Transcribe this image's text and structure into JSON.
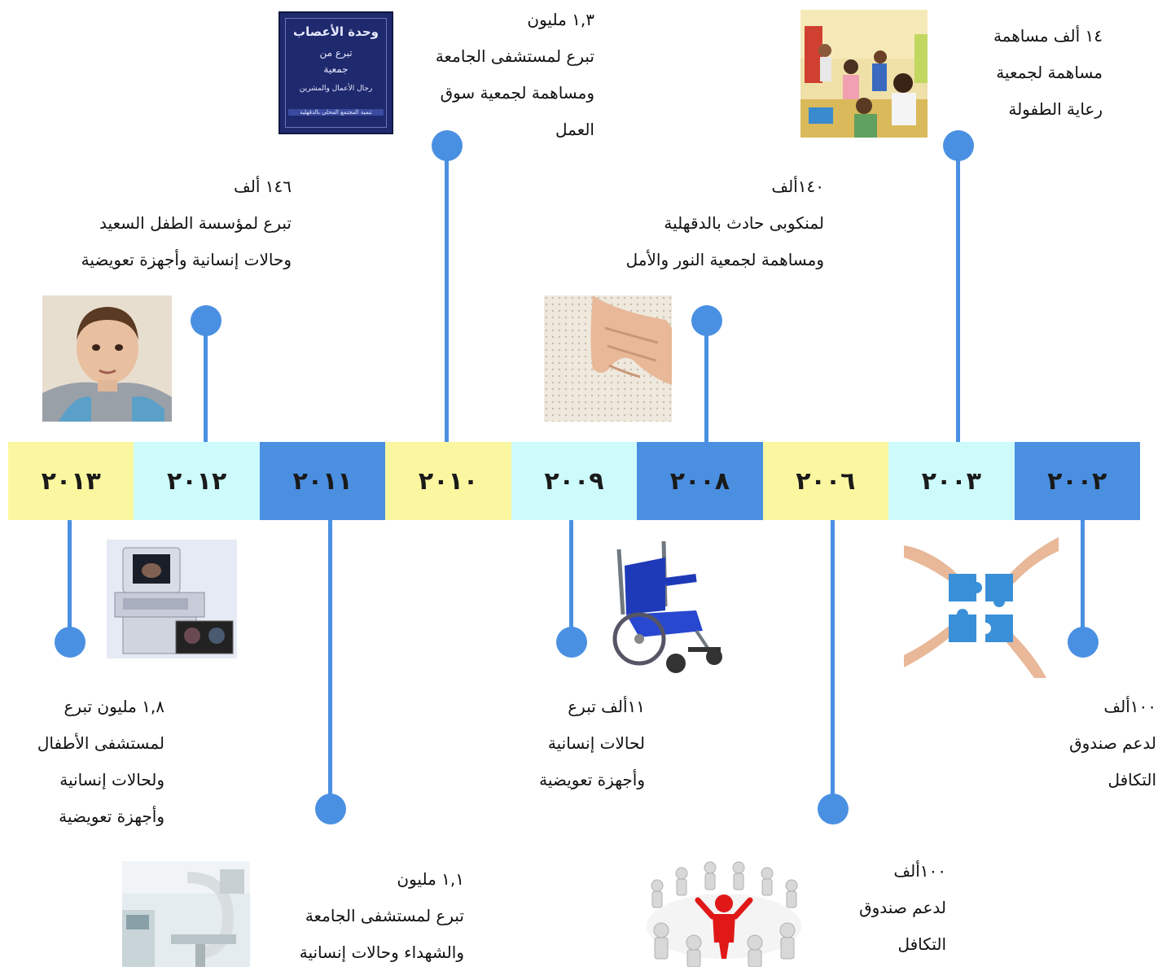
{
  "timeline": {
    "years": [
      "٢٠١٣",
      "٢٠١٢",
      "٢٠١١",
      "٢٠١٠",
      "٢٠٠٩",
      "٢٠٠٨",
      "٢٠٠٦",
      "٢٠٠٣",
      "٢٠٠٢"
    ],
    "colors": {
      "yellow": "#fbf7a0",
      "cyan": "#cdfbfb",
      "blue": "#4a8fe0",
      "accent": "#4a90e2"
    }
  },
  "events": {
    "e2003": {
      "lines": [
        "١٤ ألف مساهمة",
        "مساهمة لجمعية",
        "رعاية الطفولة"
      ]
    },
    "e2010": {
      "lines": [
        "١,٣ مليون",
        "تبرع لمستشفى الجامعة",
        "ومساهمة لجمعية سوق",
        "العمل"
      ]
    },
    "e2012": {
      "lines": [
        "١٤٦ ألف",
        "تبرع لمؤسسة الطفل السعيد",
        "وحالات إنسانية وأجهزة تعويضية"
      ]
    },
    "e2008": {
      "lines": [
        "١٤٠ألف",
        "لمنكوبى حادث بالدقهلية",
        "ومساهمة لجمعية النور والأمل"
      ]
    },
    "e2013": {
      "lines": [
        "١,٨ مليون تبرع",
        "لمستشفى الأطفال",
        "ولحالات إنسانية",
        "وأجهزة تعويضية"
      ]
    },
    "e2009": {
      "lines": [
        "١١ألف تبرع",
        "لحالات إنسانية",
        "وأجهزة تعويضية"
      ]
    },
    "e2002": {
      "lines": [
        "١٠٠ألف",
        "لدعم صندوق",
        "التكافل"
      ]
    },
    "e2011": {
      "lines": [
        "١,١ مليون",
        "تبرع لمستشفى الجامعة",
        "والشهداء وحالات إنسانية"
      ]
    },
    "e2006": {
      "lines": [
        "١٠٠ألف",
        "لدعم صندوق",
        "التكافل"
      ]
    }
  },
  "plaque": {
    "lines": [
      "وحدة الأعصاب",
      "تبرع من",
      "جمعية",
      "رجال الأعمال والمشرين",
      "تنمية المجتمع المحلي بالدقهلية"
    ]
  },
  "icons": [
    "child-photo",
    "plaque-photo",
    "kids-classroom-photo",
    "braille-photo",
    "ultrasound-machine-photo",
    "wheelchair-photo",
    "puzzle-hands-photo",
    "xray-room-photo",
    "people-circle-photo"
  ]
}
